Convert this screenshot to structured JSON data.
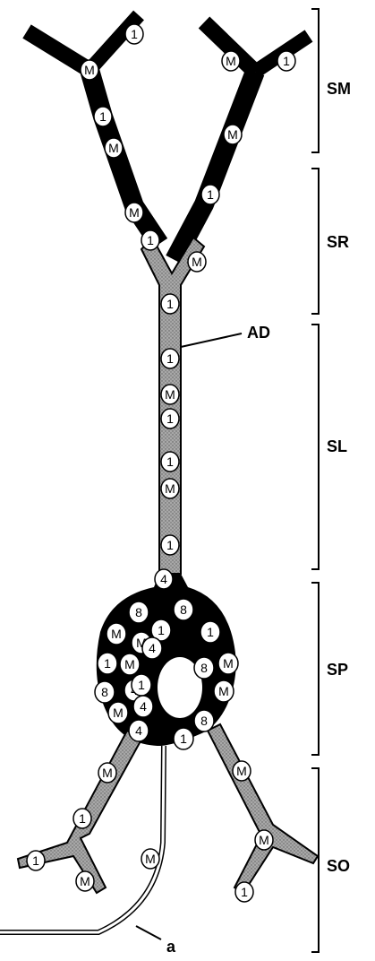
{
  "colors": {
    "dark": "#000000",
    "stipple": "#a8a8a8",
    "marker": "#ffffff",
    "background": "#ffffff"
  },
  "layers": [
    "SM",
    "SR",
    "SL",
    "SP",
    "SO"
  ],
  "labels": {
    "apical_dendrite": "AD",
    "axon": "a"
  },
  "markers": {
    "dendrite_left_upper": [
      "1",
      "M",
      "1",
      "M",
      "M",
      "1"
    ],
    "dendrite_right_upper": [
      "M",
      "1",
      "M",
      "1",
      "M"
    ],
    "apical_trunk": [
      "1",
      "1",
      "M",
      "1",
      "1",
      "M",
      "1",
      "4"
    ],
    "soma": [
      "8",
      "8",
      "M",
      "M",
      "1",
      "1",
      "1",
      "M",
      "4",
      "8",
      "M",
      "8",
      "4",
      "M",
      "M",
      "1",
      "4",
      "8",
      "1",
      "4"
    ],
    "basal_left": [
      "M",
      "1",
      "1",
      "M"
    ],
    "basal_right": [
      "M",
      "M",
      "1"
    ],
    "axon": [
      "M"
    ]
  }
}
